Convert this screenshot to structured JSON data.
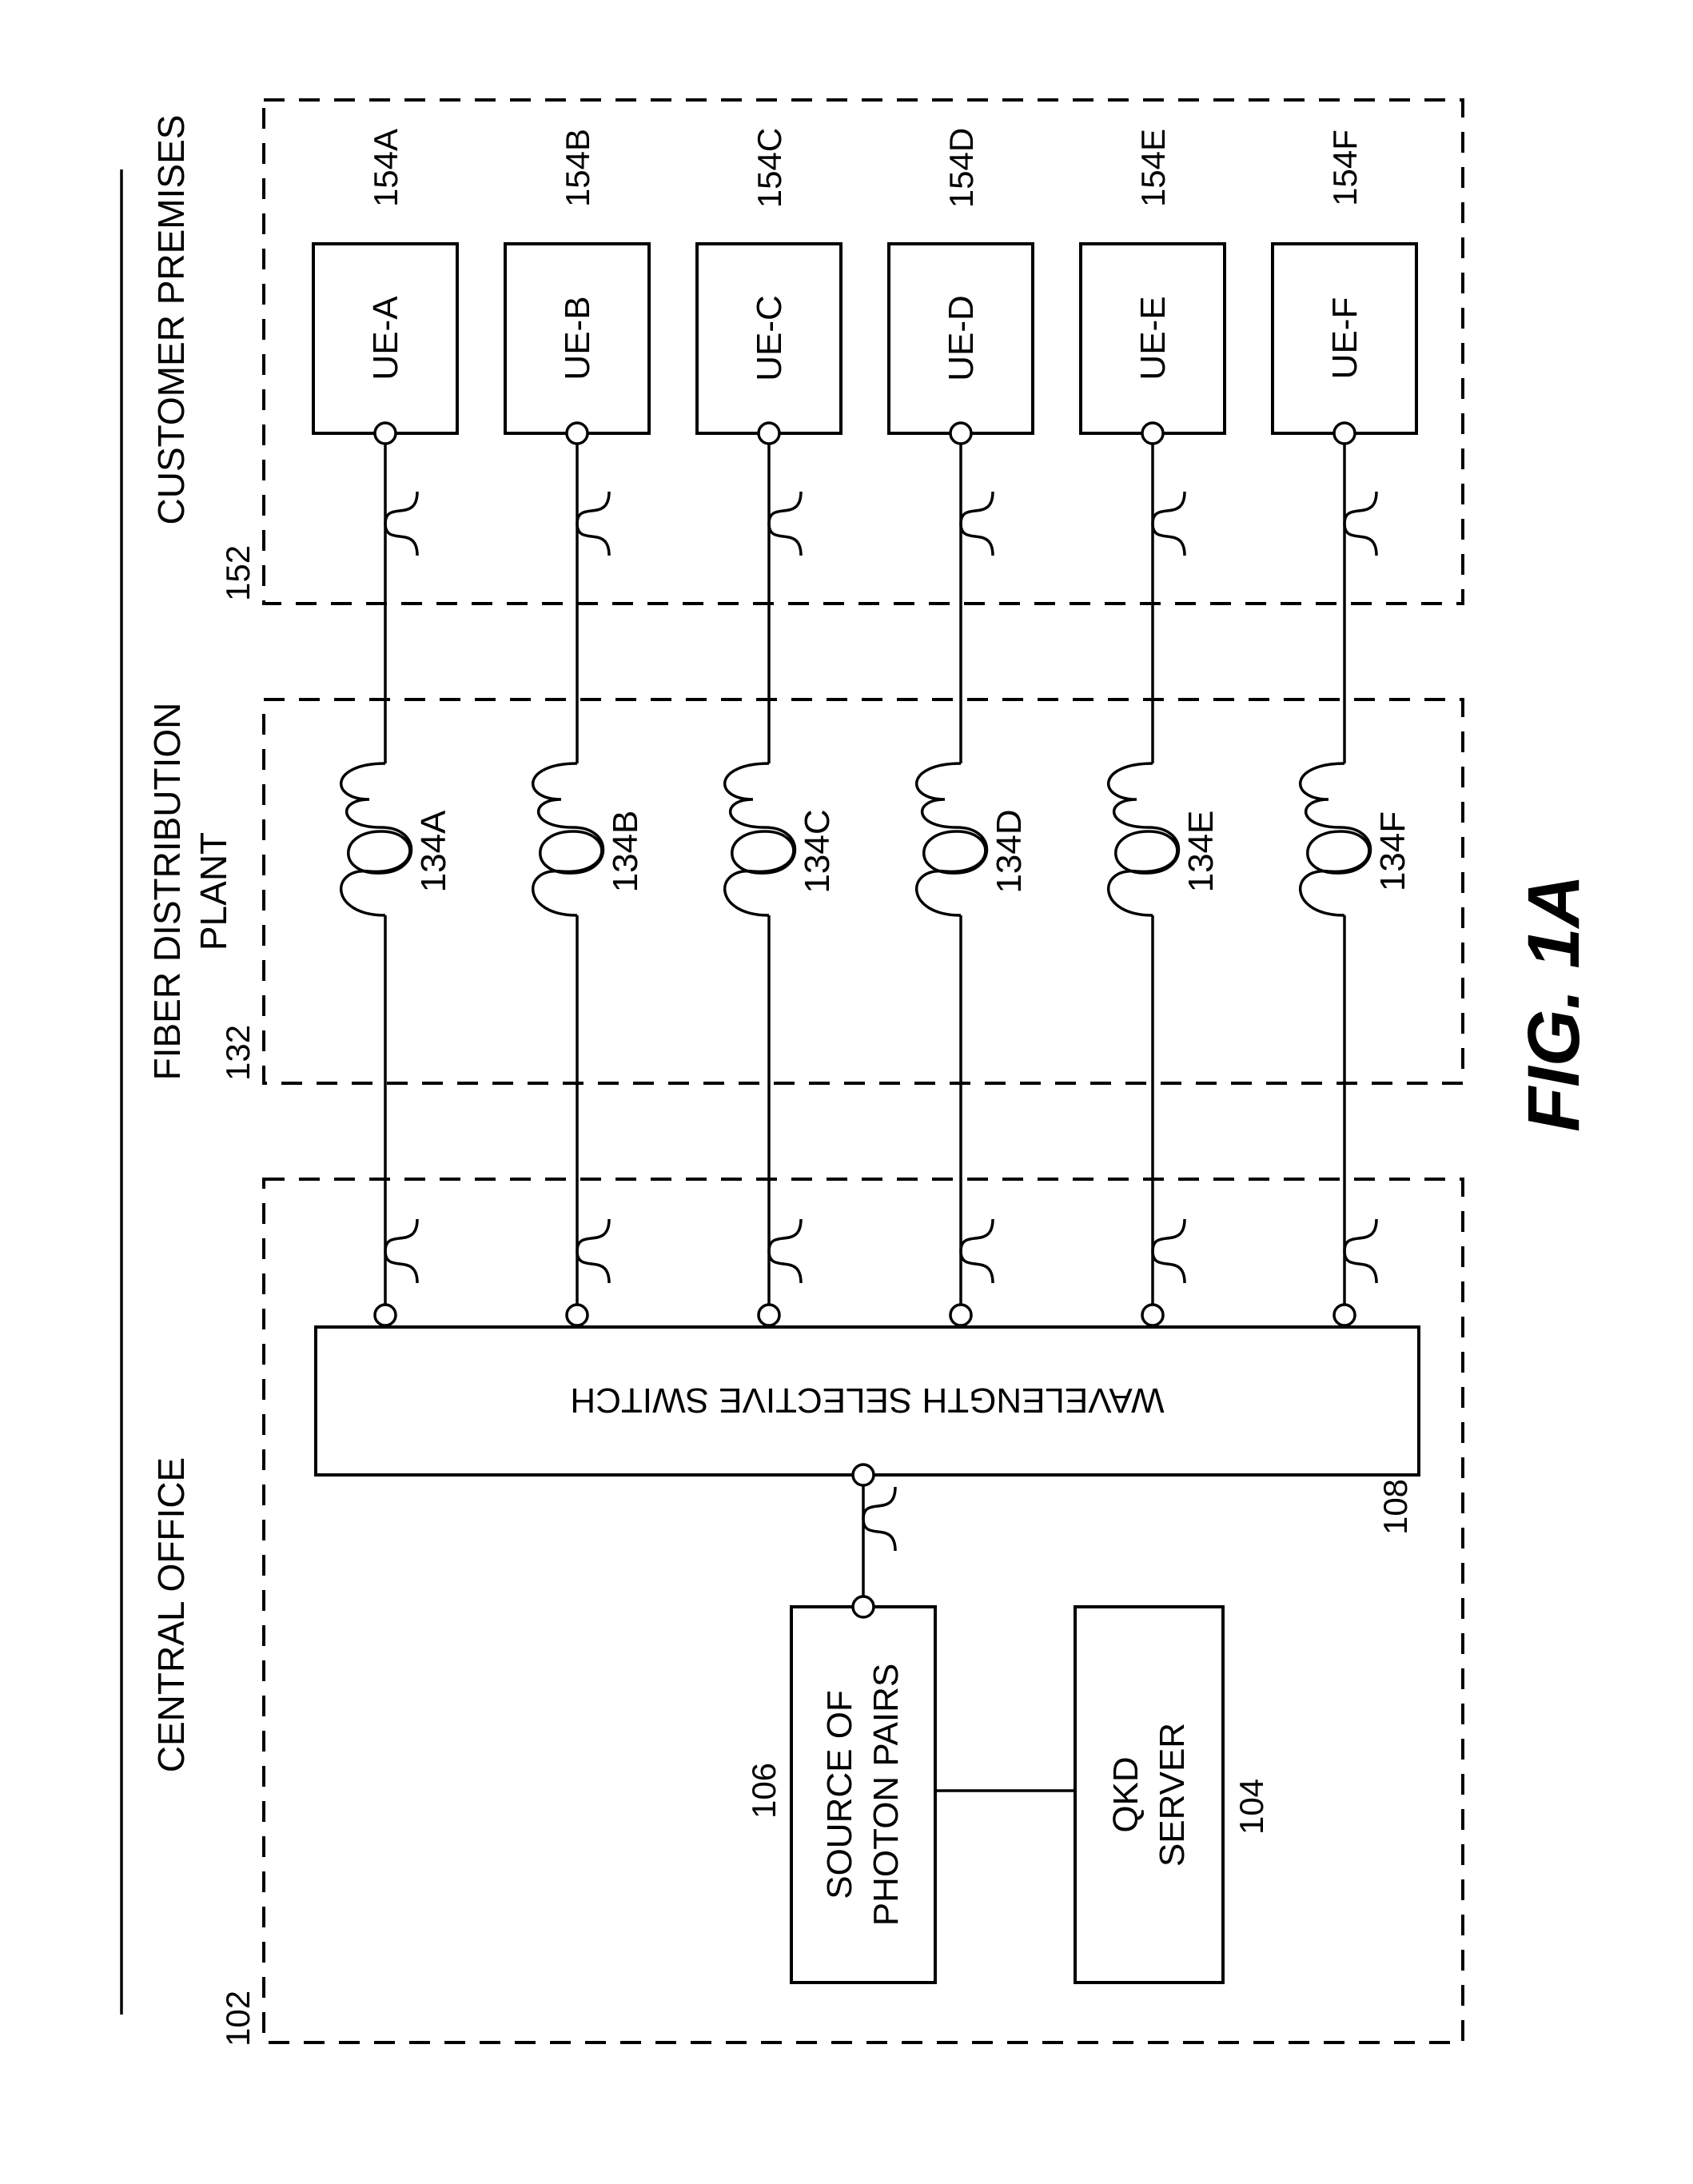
{
  "labels": {
    "central_office": "CENTRAL OFFICE",
    "central_office_ref": "102",
    "fiber_plant_line1": "FIBER DISTRIBUTION",
    "fiber_plant_line2": "PLANT",
    "fiber_plant_ref": "132",
    "customer_premises": "CUSTOMER PREMISES",
    "customer_premises_ref": "152",
    "wss": "WAVELENGTH SELECTIVE SWITCH",
    "wss_ref": "108",
    "photon_source_line1": "SOURCE OF",
    "photon_source_line2": "PHOTON PAIRS",
    "photon_source_ref": "106",
    "qkd_line1": "QKD",
    "qkd_line2": "SERVER",
    "qkd_ref": "104",
    "figure_caption": "FIG. 1A"
  },
  "channels": [
    {
      "ue": "UE-A",
      "ue_ref": "154A",
      "fiber_ref": "134A"
    },
    {
      "ue": "UE-B",
      "ue_ref": "154B",
      "fiber_ref": "134B"
    },
    {
      "ue": "UE-C",
      "ue_ref": "154C",
      "fiber_ref": "134C"
    },
    {
      "ue": "UE-D",
      "ue_ref": "154D",
      "fiber_ref": "134D"
    },
    {
      "ue": "UE-E",
      "ue_ref": "154E",
      "fiber_ref": "134E"
    },
    {
      "ue": "UE-F",
      "ue_ref": "154F",
      "fiber_ref": "134F"
    }
  ]
}
